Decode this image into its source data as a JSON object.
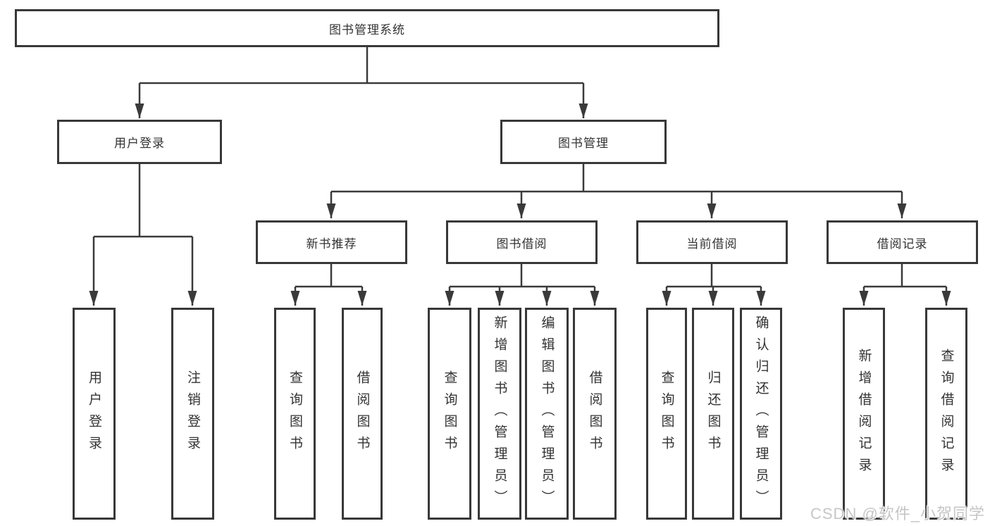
{
  "diagram": {
    "root": "图书管理系统",
    "user_login": {
      "label": "用户登录",
      "children": [
        "用户登录",
        "注销登录"
      ]
    },
    "book_management": {
      "label": "图书管理",
      "sections": [
        {
          "label": "新书推荐",
          "children": [
            "查询图书",
            "借阅图书"
          ]
        },
        {
          "label": "图书借阅",
          "children": [
            "查询图书",
            "新增图书（管理员）",
            "编辑图书（管理员）",
            "借阅图书"
          ]
        },
        {
          "label": "当前借阅",
          "children": [
            "查询图书",
            "归还图书",
            "确认归还（管理员）"
          ]
        },
        {
          "label": "借阅记录",
          "children": [
            "新增借阅记录",
            "查询借阅记录"
          ]
        }
      ]
    },
    "watermark": "CSDN @软件_小贺同学",
    "colors": {
      "line": "#3a3a3a",
      "box_border": "#383838",
      "text": "#333333",
      "background": "#ffffff",
      "watermark": "#c6c6c6"
    }
  }
}
